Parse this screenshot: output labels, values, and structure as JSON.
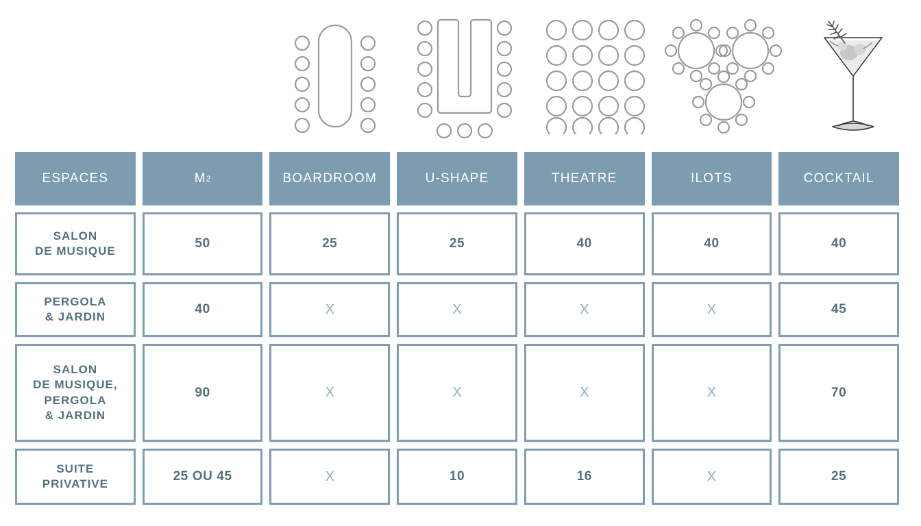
{
  "page": {
    "title": "Espaces — Capacités",
    "background": "#ffffff",
    "header_bg": "#7d9cb0",
    "header_text_color": "#ffffff",
    "cell_border_color": "#7f9eb4",
    "cell_text_color": "#53707f",
    "mark_color": "#8fadc0"
  },
  "icons": [
    {
      "name": "blank",
      "label": ""
    },
    {
      "name": "blank",
      "label": ""
    },
    {
      "name": "boardroom-layout-icon",
      "label": "Boardroom"
    },
    {
      "name": "u-shape-layout-icon",
      "label": "U-Shape"
    },
    {
      "name": "theatre-layout-icon",
      "label": "Theatre"
    },
    {
      "name": "ilots-layout-icon",
      "label": "Ilots"
    },
    {
      "name": "cocktail-glass-icon",
      "label": "Cocktail"
    }
  ],
  "table": {
    "headers": [
      "ESPACES",
      "M2",
      "BOARDROOM",
      "U-SHAPE",
      "THEATRE",
      "ILOTS",
      "COCKTAIL"
    ],
    "header_m2": {
      "base": "M",
      "sup": "2"
    },
    "rows": [
      {
        "label_lines": [
          "SALON",
          "DE MUSIQUE"
        ],
        "values": [
          "50",
          "25",
          "25",
          "40",
          "40",
          "40"
        ]
      },
      {
        "label_lines": [
          "PERGOLA",
          "& JARDIN"
        ],
        "values": [
          "40",
          "X",
          "X",
          "X",
          "X",
          "45"
        ]
      },
      {
        "label_lines": [
          "SALON",
          "DE MUSIQUE,",
          "PERGOLA",
          "& JARDIN"
        ],
        "values": [
          "90",
          "X",
          "X",
          "X",
          "X",
          "70"
        ]
      },
      {
        "label_lines": [
          "SUITE",
          "PRIVATIVE"
        ],
        "values": [
          "25 OU 45",
          "X",
          "10",
          "16",
          "X",
          "25"
        ]
      }
    ]
  }
}
